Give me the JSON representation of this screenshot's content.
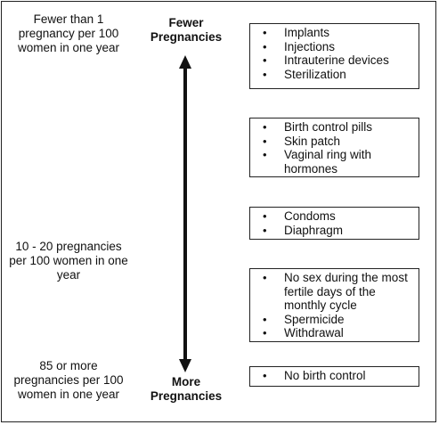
{
  "effectiveness": {
    "top_rate": "Fewer than 1 pregnancy per 100 women in one year",
    "middle_rate": "10 - 20 pregnancies per 100 women in one year",
    "bottom_rate": "85 or more pregnancies per 100 women in one year",
    "top_label": "Fewer Pregnancies",
    "bottom_label": "More Pregnancies"
  },
  "groups": [
    {
      "items": [
        "Implants",
        "Injections",
        "Intrauterine devices",
        "Sterilization"
      ]
    },
    {
      "items": [
        "Birth control pills",
        "Skin patch",
        "Vaginal ring with hormones"
      ]
    },
    {
      "items": [
        "Condoms",
        "Diaphragm"
      ]
    },
    {
      "items": [
        "No sex during the most fertile days of the monthly cycle",
        "Spermicide",
        "Withdrawal"
      ]
    },
    {
      "items": [
        "No birth control"
      ]
    }
  ],
  "colors": {
    "ink": "#111111",
    "border": "#222222",
    "background": "#ffffff"
  }
}
